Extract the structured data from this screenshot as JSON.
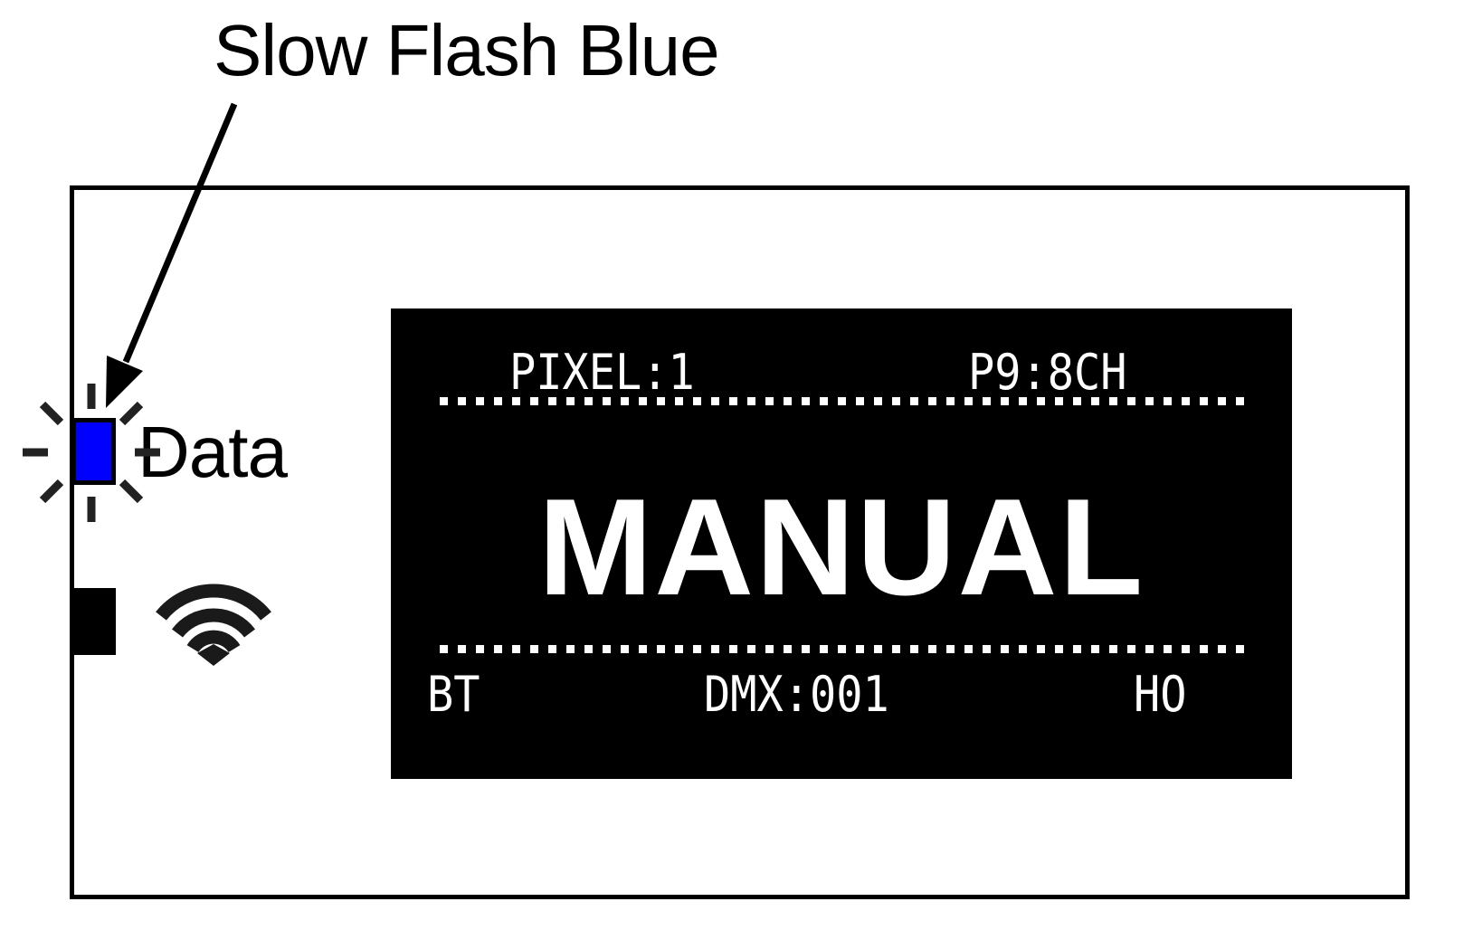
{
  "annotation": {
    "label": "Slow Flash Blue",
    "led_color": "#0000ff"
  },
  "device": {
    "led_label": "Data",
    "icons": [
      "led-indicator-flashing",
      "wifi-icon",
      "port-block"
    ],
    "display": {
      "top_left": "PIXEL:1",
      "top_right": "P9:8CH",
      "mode": "MANUAL",
      "bottom_left": "BT",
      "bottom_center": "DMX:001",
      "bottom_right": "HO"
    }
  }
}
